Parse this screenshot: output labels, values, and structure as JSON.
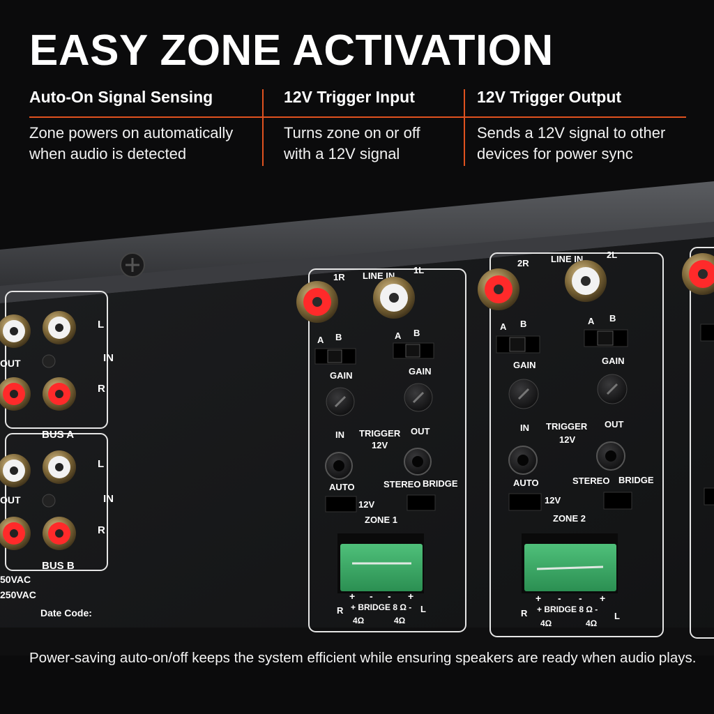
{
  "headline": "EASY ZONE ACTIVATION",
  "features": [
    {
      "title": "Auto-On Signal Sensing",
      "desc_line1": "Zone powers on automatically",
      "desc_line2": "when audio is detected"
    },
    {
      "title": "12V Trigger Input",
      "desc_line1": "Turns zone on or off",
      "desc_line2": "with a 12V signal"
    },
    {
      "title": "12V Trigger Output",
      "desc_line1": "Sends a 12V signal to other",
      "desc_line2": "devices for power sync"
    }
  ],
  "panel": {
    "bus_a": "BUS A",
    "bus_b": "BUS B",
    "l": "L",
    "r": "R",
    "in": "IN",
    "out": "OUT",
    "vac1": "50VAC",
    "vac2": "250VAC",
    "date_code": "Date Code:",
    "zones": [
      {
        "left_ch": "1R",
        "right_ch": "1L",
        "line_in": "LINE IN",
        "a": "A",
        "b": "B",
        "gain": "GAIN",
        "in": "IN",
        "trigger": "TRIGGER",
        "out": "OUT",
        "v12": "12V",
        "auto": "AUTO",
        "stereo": "STEREO",
        "bridge": "BRIDGE",
        "sw_12v": "12V",
        "zone_label": "ZONE 1",
        "plus": "+",
        "minus": "-",
        "bridge_term": "+ BRIDGE 8 Ω -",
        "ohm": "4Ω",
        "r": "R",
        "l": "L"
      },
      {
        "left_ch": "2R",
        "right_ch": "2L",
        "line_in": "LINE IN",
        "a": "A",
        "b": "B",
        "gain": "GAIN",
        "in": "IN",
        "trigger": "TRIGGER",
        "out": "OUT",
        "v12": "12V",
        "auto": "AUTO",
        "stereo": "STEREO",
        "bridge": "BRIDGE",
        "sw_12v": "12V",
        "zone_label": "ZONE 2",
        "plus": "+",
        "minus": "-",
        "bridge_term": "+ BRIDGE 8 Ω -",
        "ohm": "4Ω",
        "r": "R",
        "l": "L"
      }
    ]
  },
  "footer_text": "Power-saving auto-on/off keeps the system efficient while ensuring speakers are ready when audio plays."
}
